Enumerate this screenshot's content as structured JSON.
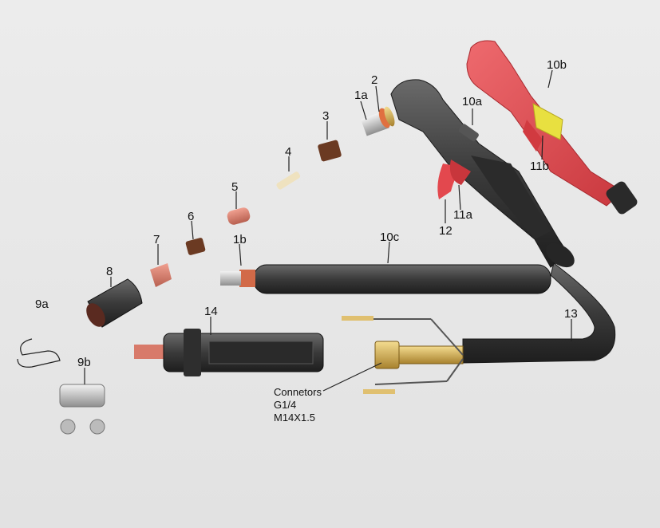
{
  "labels": {
    "l1a": "1a",
    "l2": "2",
    "l10a": "10a",
    "l10b": "10b",
    "l3": "3",
    "l4": "4",
    "l5": "5",
    "l6": "6",
    "l7": "7",
    "l8": "8",
    "l1b": "1b",
    "l10c": "10c",
    "l11a": "11a",
    "l11b": "11b",
    "l12": "12",
    "l13": "13",
    "l14": "14",
    "l9a": "9a",
    "l9b": "9b"
  },
  "connectors": {
    "line1": "Connetors",
    "line2": "G1/4",
    "line3": "M14X1.5"
  },
  "colors": {
    "torch_red": "#e3484e",
    "body_dark": "#3c3c3c",
    "copper": "#c9725f",
    "brass": "#d7b35c",
    "ceramic": "#6b3a22"
  }
}
